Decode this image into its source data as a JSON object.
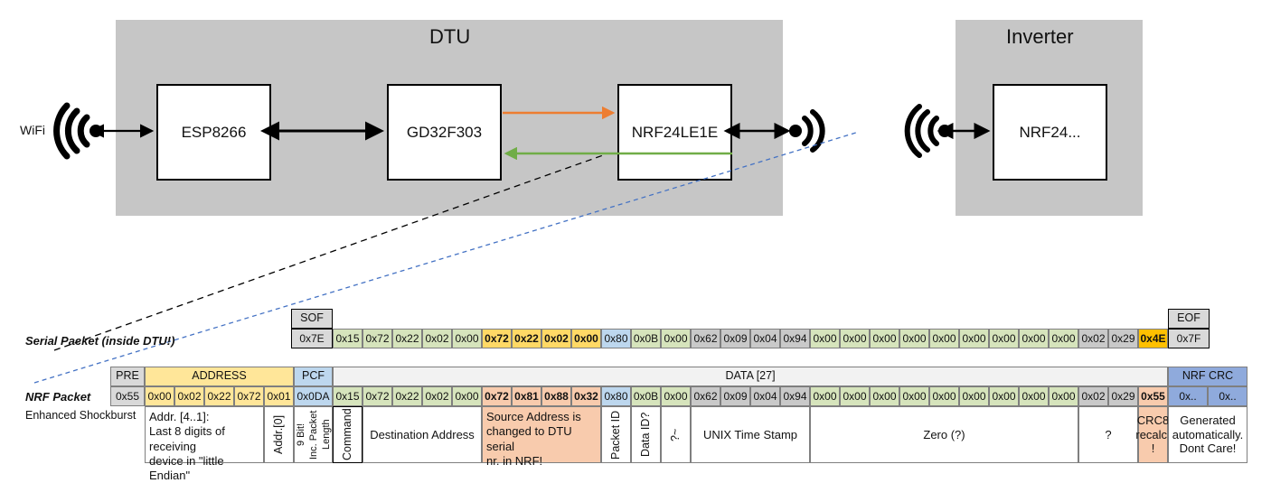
{
  "diagram": {
    "wifi_label": "WiFi",
    "dtu_title": "DTU",
    "inverter_title": "Inverter",
    "chips": {
      "esp": "ESP8266",
      "gd32": "GD32F303",
      "nrf24le1e": "NRF24LE1E",
      "nrf24": "NRF24..."
    },
    "colors": {
      "group_fill": "#c6c6c6",
      "chip_fill": "#ffffff",
      "arrow_black": "#000000",
      "arrow_orange": "#ED7D31",
      "arrow_green": "#70AD47",
      "callout_black": "#000000",
      "callout_blue": "#4472C4"
    }
  },
  "packets": {
    "serial_label": "Serial Packet (inside DTU!)",
    "nrf_label": "NRF Packet",
    "nrf_sub_label": "Enhanced Shockburst",
    "serial": {
      "sof_header": "SOF",
      "sof_value": "0x7E",
      "eof_header": "EOF",
      "eof_value": "0x7F",
      "values": [
        "0x15",
        "0x72",
        "0x22",
        "0x02",
        "0x00",
        "0x72",
        "0x22",
        "0x02",
        "0x00",
        "0x80",
        "0x0B",
        "0x00",
        "0x62",
        "0x09",
        "0x04",
        "0x94",
        "0x00",
        "0x00",
        "0x00",
        "0x00",
        "0x00",
        "0x00",
        "0x00",
        "0x00",
        "0x00",
        "0x02",
        "0x29",
        "0x4E"
      ]
    },
    "nrf": {
      "pre_header": "PRE",
      "pre_value": "0x55",
      "address_header": "ADDRESS",
      "address_values": [
        "0x00",
        "0x02",
        "0x22",
        "0x72",
        "0x01"
      ],
      "pcf_header": "PCF",
      "pcf_value": "0x0DA",
      "data_header": "DATA [27]",
      "values": [
        "0x15",
        "0x72",
        "0x22",
        "0x02",
        "0x00",
        "0x72",
        "0x81",
        "0x88",
        "0x32",
        "0x80",
        "0x0B",
        "0x00",
        "0x62",
        "0x09",
        "0x04",
        "0x94",
        "0x00",
        "0x00",
        "0x00",
        "0x00",
        "0x00",
        "0x00",
        "0x00",
        "0x00",
        "0x00",
        "0x02",
        "0x29",
        "0x55"
      ],
      "crc_header": "NRF CRC",
      "crc_values": [
        "0x..",
        "0x.."
      ]
    },
    "descriptions": {
      "address": "Addr. [4..1]:\nLast 8 digits of receiving\ndevice in \"little Endian\"",
      "addr0": "Addr.[0]",
      "pcf_col1": "9 Bit!",
      "pcf_col2": "Inc. Packet",
      "pcf_col3": "Length",
      "command": "Command",
      "destination": "Destination Address",
      "source": "Source Address is\nchanged to DTU serial\nnr. in NRF!",
      "packet_id": "Packet ID",
      "data_id": "Data ID?",
      "tilde": "?~",
      "unix": "UNIX Time Stamp",
      "zero": "Zero (?)",
      "question": "?",
      "crc8": "CRC8\nrecalc.\n!",
      "nrf_crc_desc": "Generated\nautomatically.\nDont Care!"
    },
    "colors": {
      "grey_header": "#d9d9d9",
      "grey_cell": "#c9c9c9",
      "green": "#d6e4bc",
      "yellow": "#ffd966",
      "yellow_light": "#ffe699",
      "blue": "#bdd7ee",
      "blue_dark": "#8faadc",
      "orange_dark": "#ffc000",
      "salmon": "#f8cbad",
      "white": "#ffffff",
      "light": "#f2f2f2"
    }
  }
}
